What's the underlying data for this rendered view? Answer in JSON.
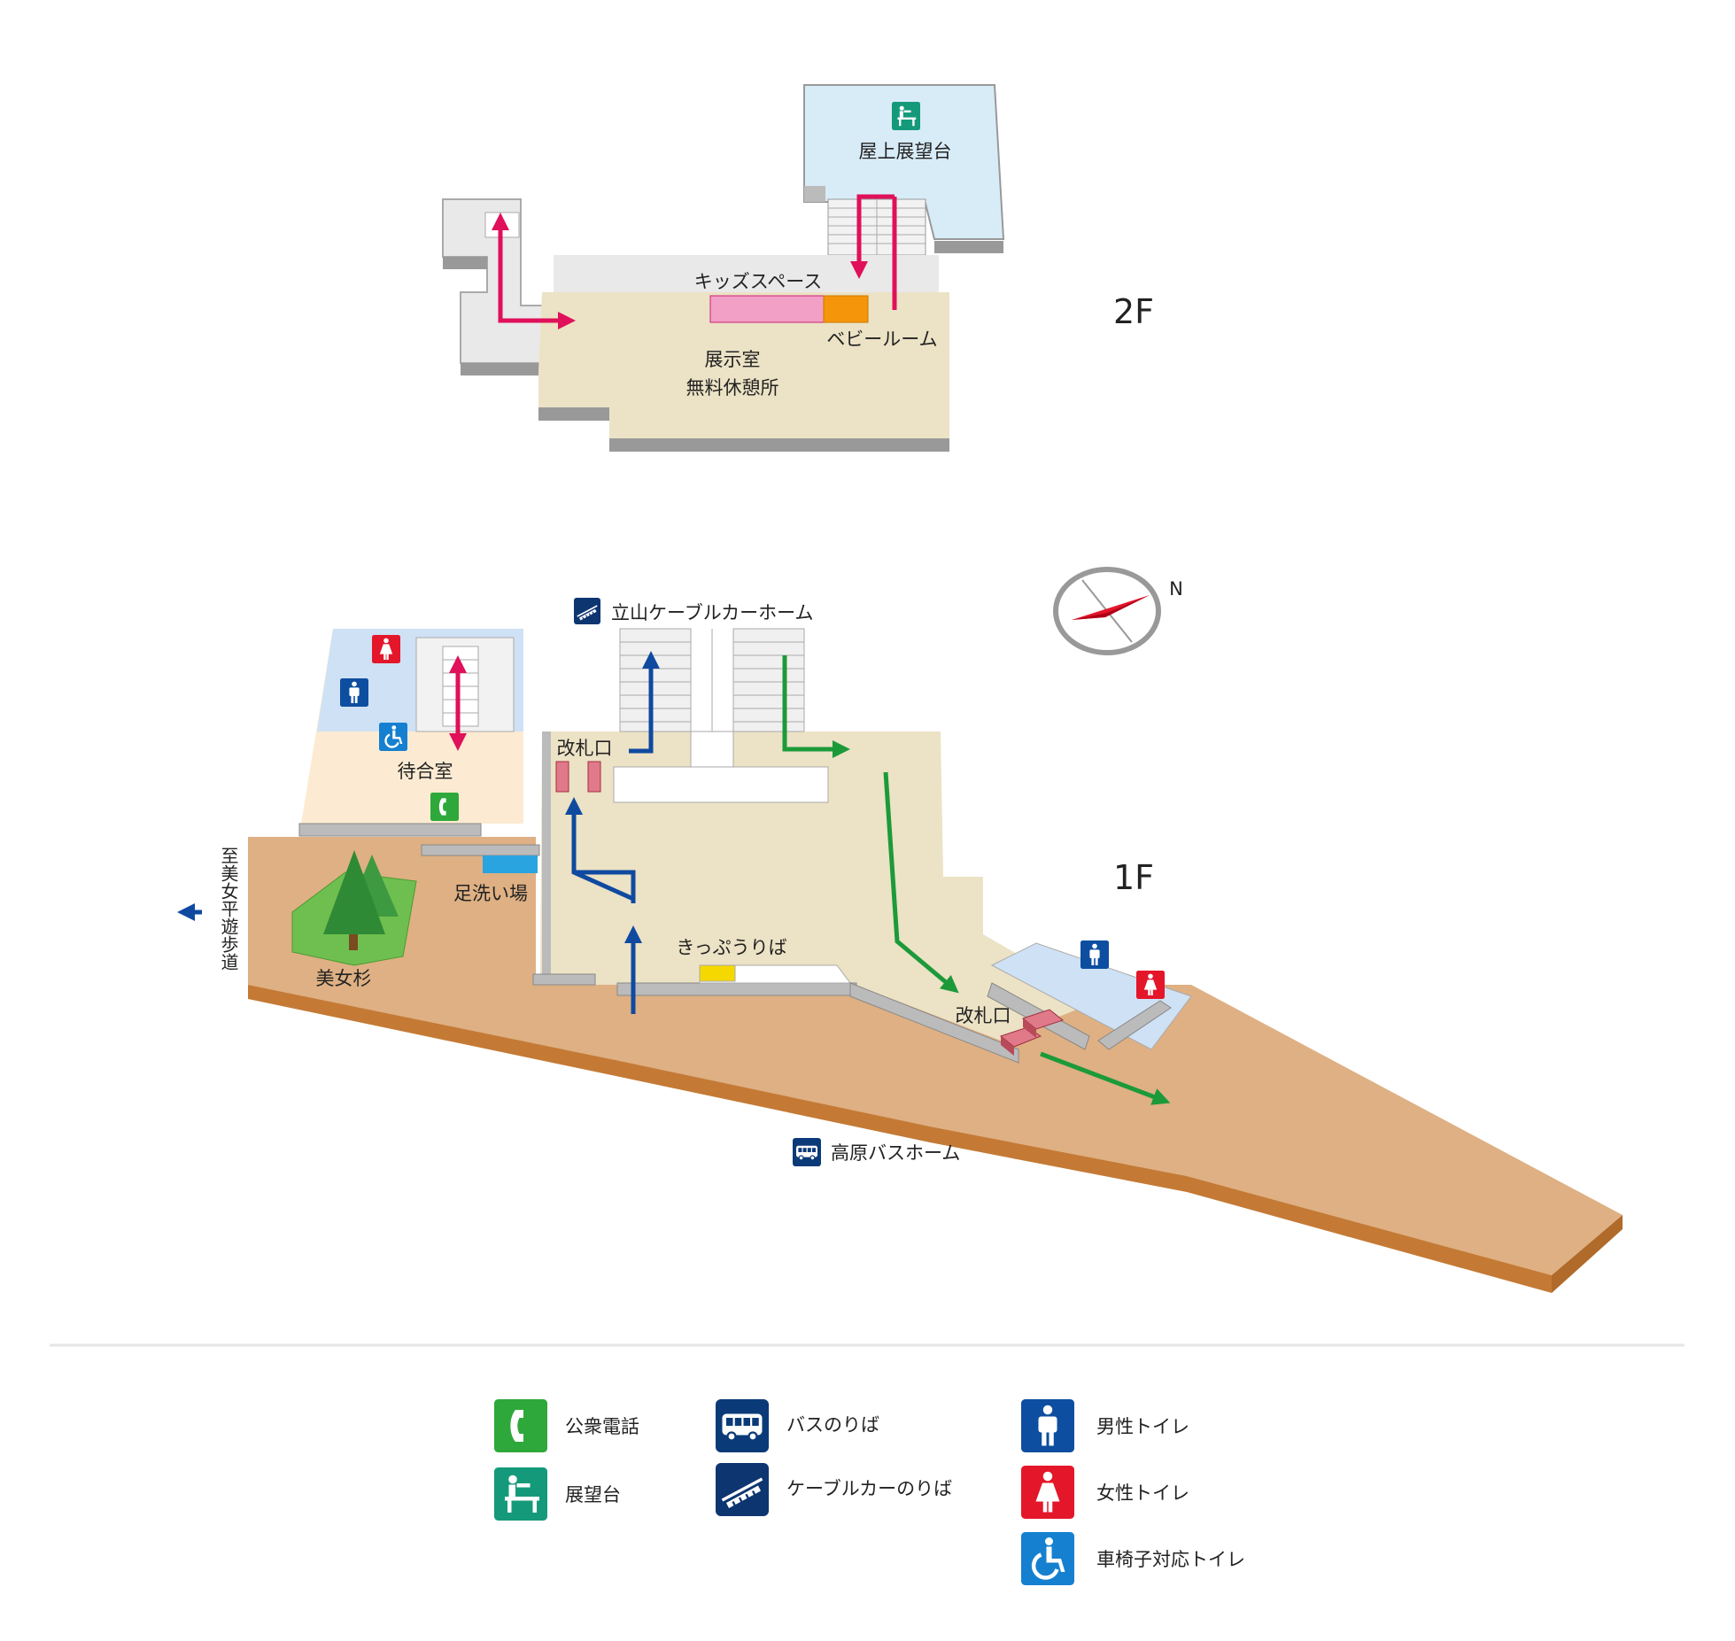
{
  "colors": {
    "bus_blue": "#0b3a78",
    "cable_blue": "#0d3570",
    "toilet_male": "#0d4ea0",
    "toilet_female": "#e4162a",
    "toilet_accessible": "#1580d0",
    "phone_green": "#2ea83a",
    "observation_teal": "#149a7a",
    "route_pink": "#e0105a",
    "route_blue": "#0f4aa0",
    "route_green": "#1c9a3a",
    "ground": "#deb083",
    "ground_edge": "#c47a35",
    "floor_beige": "#ece2c5",
    "waiting_room": "#fcebd2",
    "observation_deck": "#d8ecf8",
    "kids_space": "#f2a0c6",
    "baby_room": "#f5960a"
  },
  "floor_2f": {
    "floor_label": "2F",
    "rooftop_deck": "屋上展望台",
    "rooftop_icon": "observation-deck-icon",
    "kids_space": "キッズスペース",
    "baby_room": "ベビールーム",
    "exhibition_line1": "展示室",
    "exhibition_line2": "無料休憩所"
  },
  "floor_1f": {
    "floor_label": "1F",
    "cable_car_platform": "立山ケーブルカーホーム",
    "cable_car_icon": "cable-car-icon",
    "ticket_gate_main": "改札口",
    "ticket_gate_bus": "改札口",
    "waiting_room": "待合室",
    "phone_icon": "public-phone-icon",
    "foot_wash": "足洗い場",
    "ticket_office": "きっぷうりば",
    "bijosugi": "美女杉",
    "walkway_direction": "至美女平遊歩道",
    "bus_platform": "高原バスホーム",
    "bus_icon": "bus-icon",
    "compass_north": "N"
  },
  "legend": {
    "items": [
      {
        "icon": "public-phone-icon",
        "label": "公衆電話"
      },
      {
        "icon": "observation-deck-icon",
        "label": "展望台"
      },
      {
        "icon": "bus-icon",
        "label": "バスのりば"
      },
      {
        "icon": "cable-car-icon",
        "label": "ケーブルカーのりば"
      },
      {
        "icon": "male-toilet-icon",
        "label": "男性トイレ"
      },
      {
        "icon": "female-toilet-icon",
        "label": "女性トイレ"
      },
      {
        "icon": "accessible-toilet-icon",
        "label": "車椅子対応トイレ"
      }
    ]
  }
}
